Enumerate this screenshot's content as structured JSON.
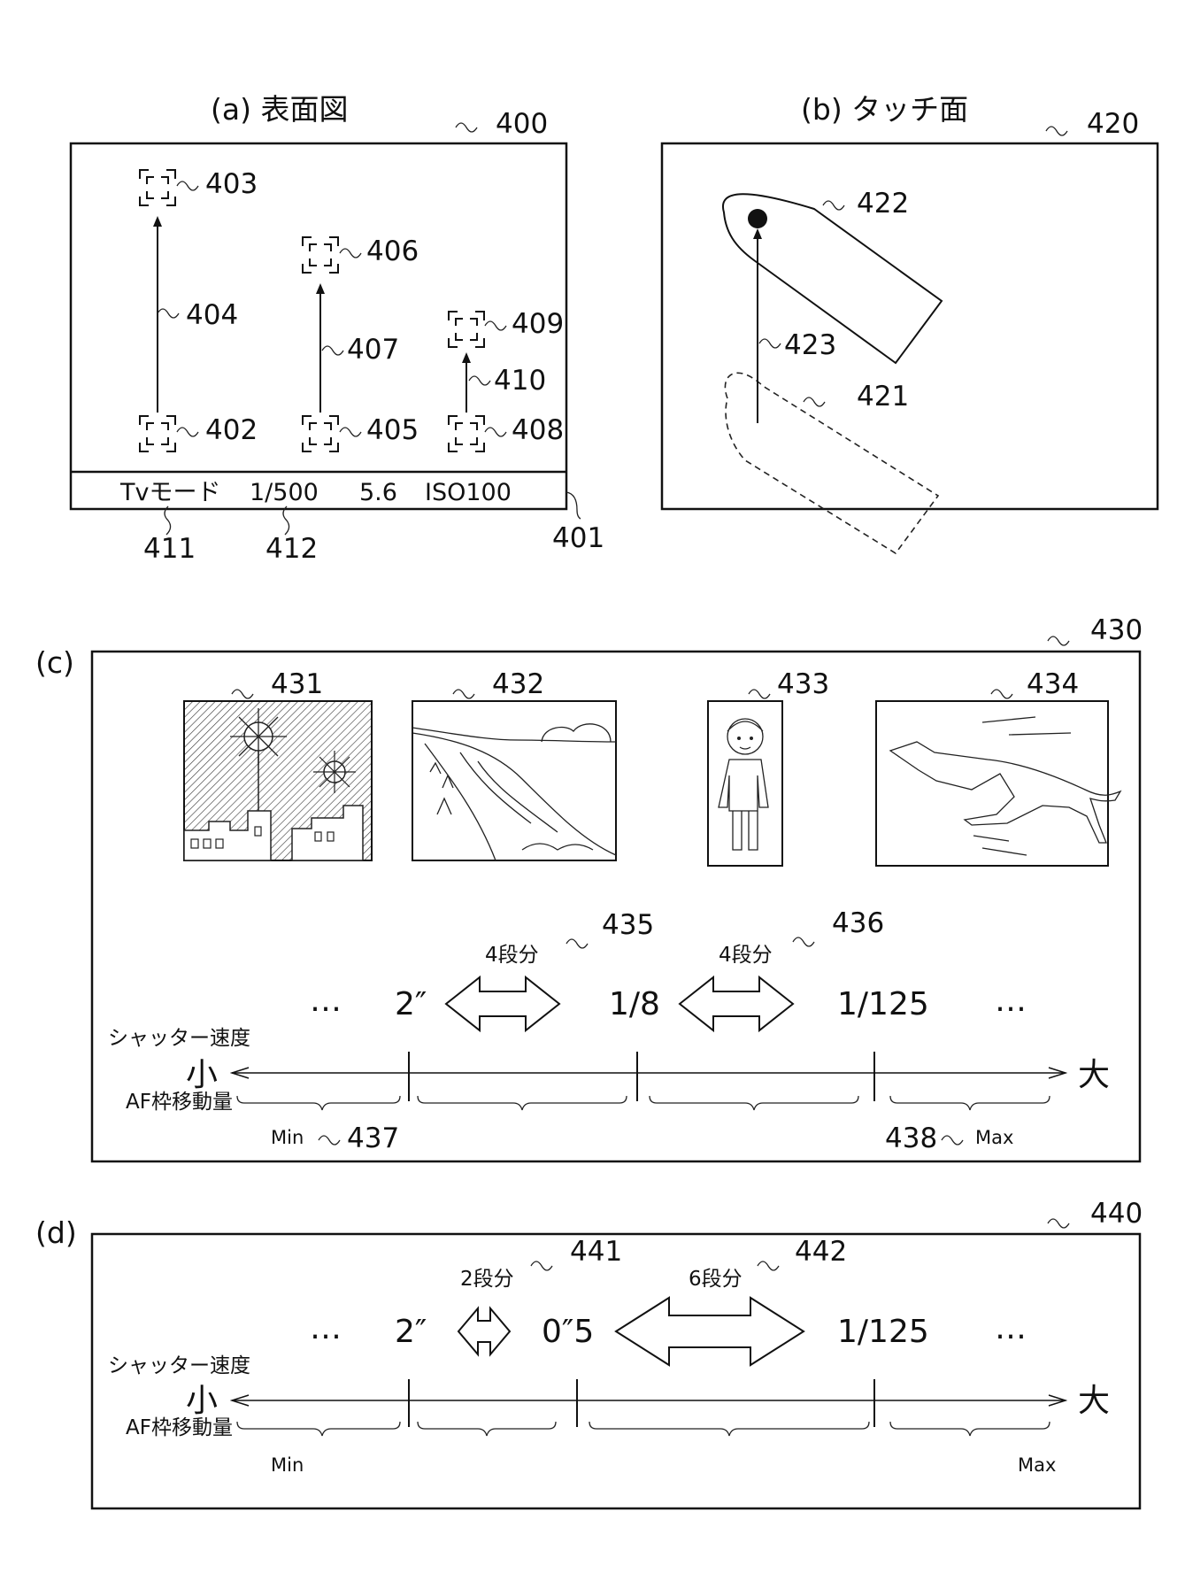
{
  "panel_a": {
    "title": "(a) 表面図",
    "ref_frame": "400",
    "ref_status_bar": "401",
    "af_frames": [
      {
        "ref": "402"
      },
      {
        "ref": "403"
      },
      {
        "ref": "405"
      },
      {
        "ref": "406"
      },
      {
        "ref": "408"
      },
      {
        "ref": "409"
      }
    ],
    "arrows": [
      {
        "ref": "404"
      },
      {
        "ref": "407"
      },
      {
        "ref": "410"
      }
    ],
    "status": {
      "mode": "Tvモード",
      "shutter": "1/500",
      "aperture": "5.6",
      "iso": "ISO100"
    },
    "ref_mode": "411",
    "ref_shutter": "412"
  },
  "panel_b": {
    "title": "(b) タッチ面",
    "ref_surface": "420",
    "ref_start_finger": "421",
    "ref_end_finger": "422",
    "ref_move": "423"
  },
  "panel_c": {
    "label": "(c)",
    "ref": "430",
    "scenes": [
      {
        "ref": "431",
        "name": "fireworks-scene"
      },
      {
        "ref": "432",
        "name": "landscape-scene"
      },
      {
        "ref": "433",
        "name": "portrait-scene"
      },
      {
        "ref": "434",
        "name": "running-dog-scene"
      }
    ],
    "ellipsis_left": "…",
    "ellipsis_right": "…",
    "speeds": [
      "2″",
      "1/8",
      "1/125"
    ],
    "steps": [
      {
        "label": "4段分",
        "ref": "435"
      },
      {
        "label": "4段分",
        "ref": "436"
      }
    ],
    "shutter_label": "シャッター速度",
    "small": "小",
    "large": "大",
    "af_label": "AF枠移動量",
    "min": "Min",
    "max": "Max",
    "ref_min": "437",
    "ref_max": "438"
  },
  "panel_d": {
    "label": "(d)",
    "ref": "440",
    "ellipsis_left": "…",
    "ellipsis_right": "…",
    "speeds": [
      "2″",
      "0″5",
      "1/125"
    ],
    "steps": [
      {
        "label": "2段分",
        "ref": "441"
      },
      {
        "label": "6段分",
        "ref": "442"
      }
    ],
    "shutter_label": "シャッター速度",
    "small": "小",
    "large": "大",
    "af_label": "AF枠移動量",
    "min": "Min",
    "max": "Max"
  }
}
